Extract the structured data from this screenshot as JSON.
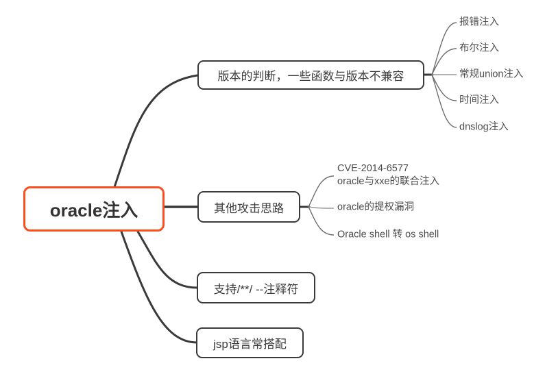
{
  "colors": {
    "background": "#ffffff",
    "root_border": "#fb4e1e",
    "branch_border": "#3a3a3a",
    "branch_line": "#3a3a3a",
    "leaf_line": "#707070",
    "node_text": "#3c3c3c",
    "root_text": "#333333",
    "leaf_text": "#4c4c4c"
  },
  "mindmap": {
    "root": {
      "label": "oracle注入"
    },
    "branches": [
      {
        "label": "版本的判断，一些函数与版本不兼容",
        "children": [
          "报错注入",
          "布尔注入",
          "常规union注入",
          "时间注入",
          "dnslog注入"
        ]
      },
      {
        "label": "其他攻击思路",
        "children": [
          "CVE-2014-6577\noracle与xxe的联合注入",
          "oracle的提权漏洞",
          "Oracle shell 转 os shell"
        ]
      },
      {
        "label": "支持/**/ --注释符",
        "children": []
      },
      {
        "label": "jsp语言常搭配",
        "children": []
      }
    ]
  }
}
